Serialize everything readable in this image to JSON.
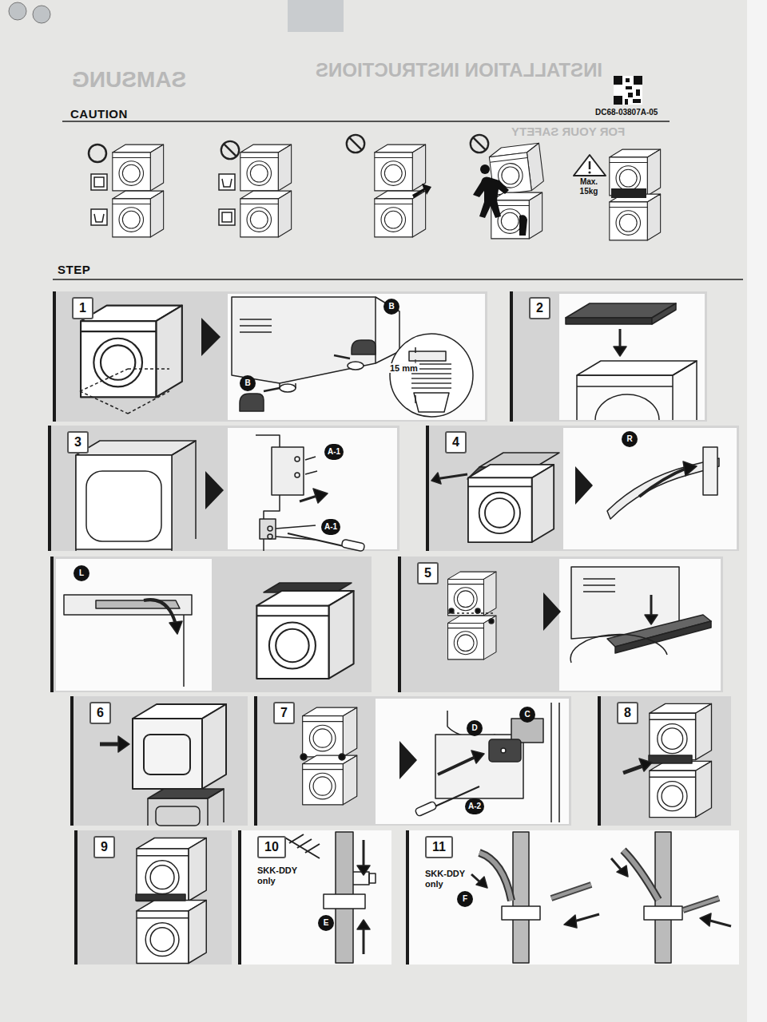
{
  "diagram": {
    "nodes": [
      {
        "text": [
          "1"
        ]
      },
      {
        "text": [
          "2"
        ]
      },
      {
        "text": [
          "3"
        ]
      },
      {
        "text": [
          "4"
        ]
      },
      {
        "text": [
          "5"
        ]
      },
      {
        "text": [
          "6"
        ]
      },
      {
        "text": [
          "7"
        ]
      },
      {
        "text": [
          "8"
        ]
      },
      {
        "text": [
          "9"
        ]
      },
      {
        "text": [
          "10",
          "SKK-DDY only"
        ]
      },
      {
        "text": [
          "11",
          "SKK-DDY only"
        ]
      }
    ],
    "labels": [
      "SAMSUNG",
      "INSTALLATION INSTRUCTIONS",
      "FOR YOUR SAFETY",
      "CAUTION",
      "DC68-03807A-05",
      "Max. 15kg",
      "STEP",
      "B",
      "B",
      "15 mm",
      "A-1",
      "A-1",
      "R",
      "L",
      "C",
      "D",
      "A-2",
      "E",
      "F"
    ]
  }
}
